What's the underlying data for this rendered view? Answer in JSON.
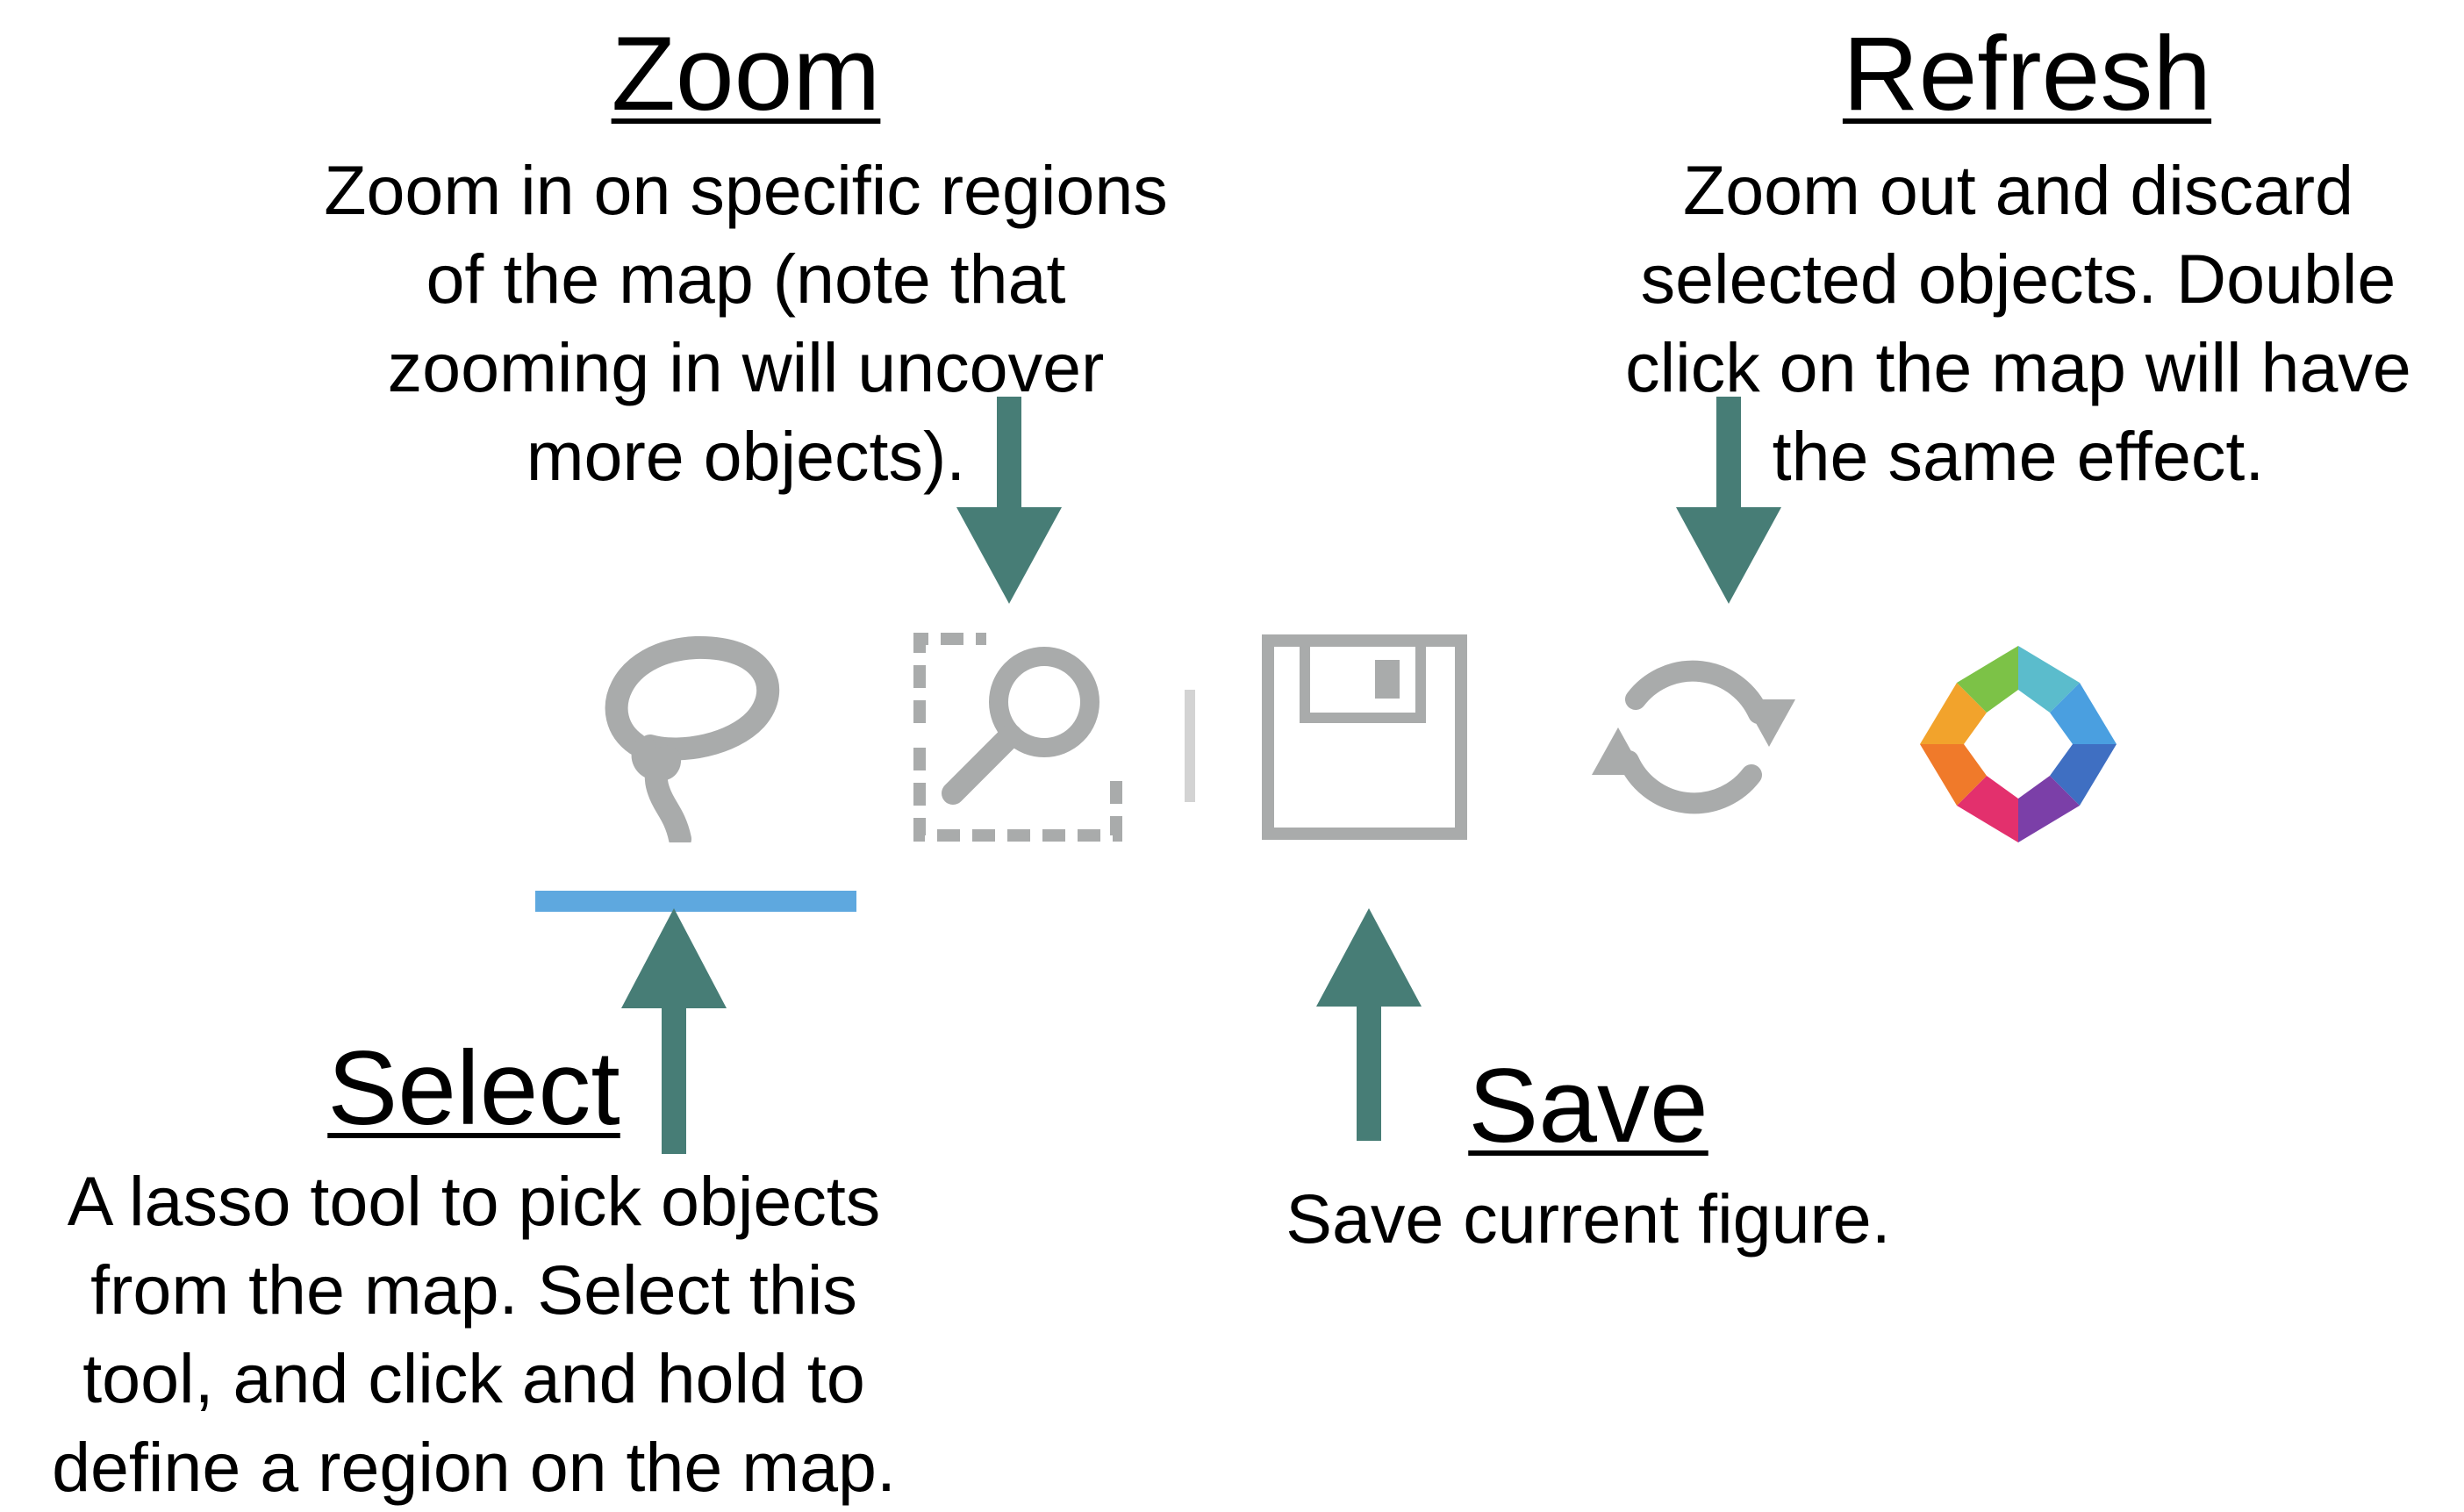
{
  "callouts": {
    "zoom": {
      "title": "Zoom",
      "lines": [
        "Zoom in on specific regions",
        "of the map (note that",
        "zooming in will uncover",
        "more objects)."
      ]
    },
    "refresh": {
      "title": "Refresh",
      "lines": [
        "Zoom out and discard",
        "selected objects. Double",
        "click on the map will have",
        "the same effect."
      ]
    },
    "select": {
      "title": "Select",
      "lines": [
        "A lasso tool to pick objects",
        "from the map. Select this",
        "tool, and click and hold to",
        "define a region on the map."
      ]
    },
    "save": {
      "title": "Save",
      "lines": [
        "Save current figure."
      ]
    }
  },
  "toolbar": {
    "icons": [
      "lasso-select-icon",
      "box-zoom-icon",
      "save-icon",
      "refresh-icon",
      "logo-icon"
    ],
    "active_tool": "select"
  },
  "colors": {
    "arrow": "#477d76",
    "icon_gray": "#a9abab",
    "active_indicator": "#5ea8df",
    "divider": "#d3d3d3"
  }
}
